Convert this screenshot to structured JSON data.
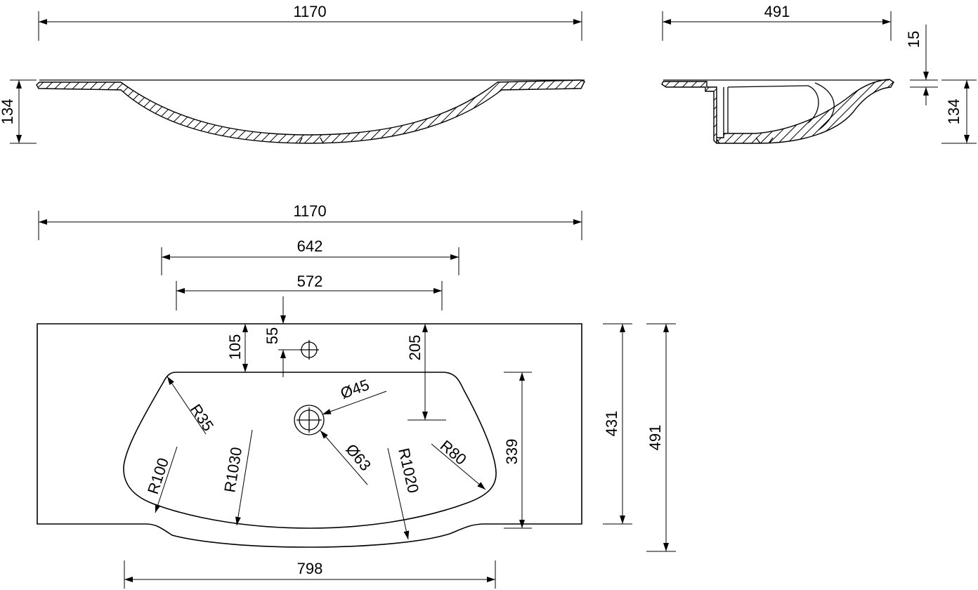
{
  "dimensions": {
    "side_length": "1170",
    "side_height": "134",
    "end_width": "491",
    "end_rim": "15",
    "end_height": "134",
    "plan_length": "1170",
    "plan_642": "642",
    "plan_572": "572",
    "plan_105": "105",
    "plan_55": "55",
    "plan_205": "205",
    "plan_339": "339",
    "plan_431": "431",
    "plan_491": "491",
    "plan_798": "798"
  },
  "radii": {
    "r35": "R35",
    "r100": "R100",
    "r1030": "R1030",
    "r1020": "R1020",
    "r80": "R80",
    "d45": "Ø45",
    "d63": "Ø63"
  }
}
